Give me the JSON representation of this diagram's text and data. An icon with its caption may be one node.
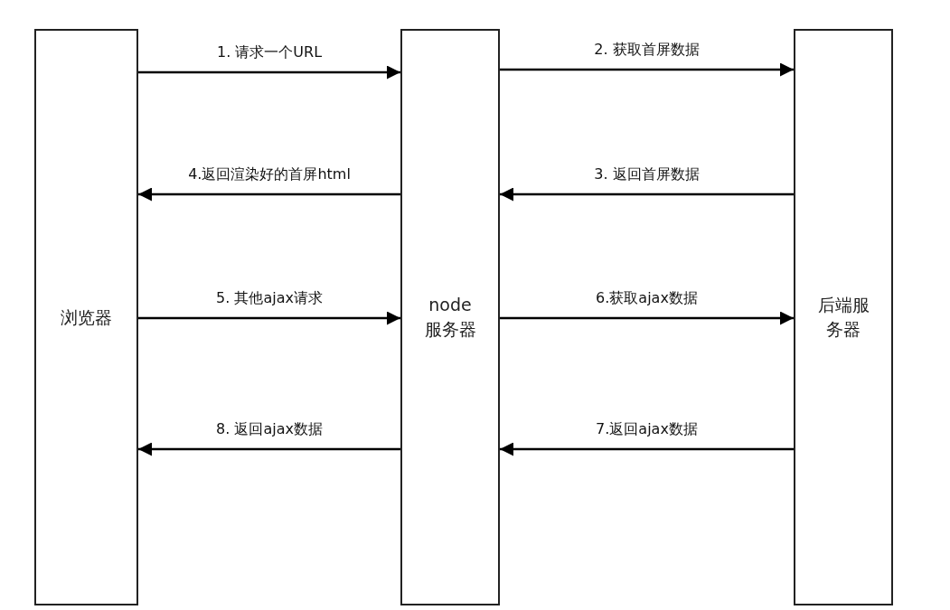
{
  "diagram": {
    "nodes": [
      {
        "text": [
          "浏览器"
        ]
      },
      {
        "text": [
          "node 服务器"
        ]
      },
      {
        "text": [
          "后端服务器"
        ]
      }
    ],
    "edges": [
      {
        "from": 0,
        "to": 1,
        "arrow": "to",
        "label": "1. 请求一个URL"
      },
      {
        "from": 1,
        "to": 2,
        "arrow": "to",
        "label": "2. 获取首屏数据"
      },
      {
        "from": 2,
        "to": 1,
        "arrow": "to",
        "label": "3. 返回首屏数据"
      },
      {
        "from": 1,
        "to": 0,
        "arrow": "to",
        "label": "4.返回渲染好的首屏html"
      },
      {
        "from": 0,
        "to": 1,
        "arrow": "to",
        "label": "5. 其他ajax请求"
      },
      {
        "from": 1,
        "to": 2,
        "arrow": "to",
        "label": "6.获取ajax数据"
      },
      {
        "from": 2,
        "to": 1,
        "arrow": "to",
        "label": "7.返回ajax数据"
      },
      {
        "from": 1,
        "to": 0,
        "arrow": "to",
        "label": "8. 返回ajax数据"
      }
    ]
  }
}
